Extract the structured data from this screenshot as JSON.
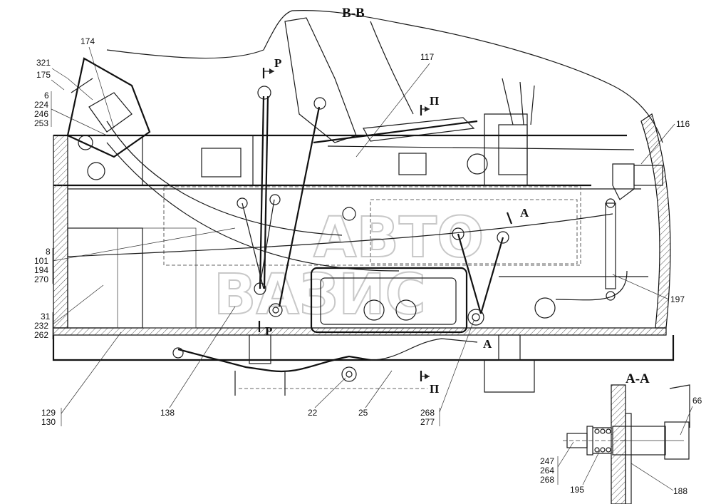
{
  "title": "В-В",
  "watermark": {
    "line1": "АВТО",
    "line2": "ВАЗИС"
  },
  "section_markers": {
    "r_top": "Р",
    "r_bottom": "Р",
    "p_top": "П",
    "p_bottom": "П",
    "a_right": "А",
    "a_bottom": "А"
  },
  "labels": {
    "n174": "174",
    "n321": "321",
    "n175": "175",
    "n6": "6",
    "n224": "224",
    "n246": "246",
    "n253": "253",
    "n117": "117",
    "n116": "116",
    "n8": "8",
    "n101": "101",
    "n194": "194",
    "n270": "270",
    "n31": "31",
    "n232": "232",
    "n262": "262",
    "n197": "197",
    "n129": "129",
    "n130": "130",
    "n138": "138",
    "n22": "22",
    "n25": "25",
    "n268": "268",
    "n277": "277"
  },
  "inset": {
    "title": "А-А",
    "labels": {
      "n66": "66",
      "n247": "247",
      "n264": "264",
      "n268": "268",
      "n195": "195",
      "n188": "188"
    }
  }
}
